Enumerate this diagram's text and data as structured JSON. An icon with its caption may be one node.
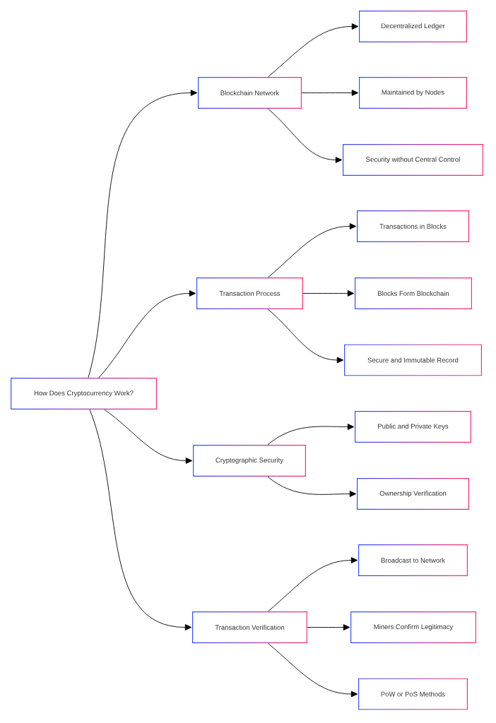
{
  "diagram": {
    "nodes": [
      {
        "text": [
          "How Does Cryptocurrency Work?"
        ]
      },
      {
        "text": [
          "Blockchain Network"
        ]
      },
      {
        "text": [
          "Decentralized Ledger"
        ]
      },
      {
        "text": [
          "Maintained by Nodes"
        ]
      },
      {
        "text": [
          "Security without Central Control"
        ]
      },
      {
        "text": [
          "Transaction Process"
        ]
      },
      {
        "text": [
          "Transactions in Blocks"
        ]
      },
      {
        "text": [
          "Blocks Form Blockchain"
        ]
      },
      {
        "text": [
          "Secure and Immutable Record"
        ]
      },
      {
        "text": [
          "Cryptographic Security"
        ]
      },
      {
        "text": [
          "Public and Private Keys"
        ]
      },
      {
        "text": [
          "Ownership Verification"
        ]
      },
      {
        "text": [
          "Transaction Verification"
        ]
      },
      {
        "text": [
          "Broadcast to Network"
        ]
      },
      {
        "text": [
          "Miners Confirm Legitimacy"
        ]
      },
      {
        "text": [
          "PoW or PoS Methods"
        ]
      }
    ],
    "edges": [
      {
        "from": 0,
        "to": 1,
        "arrow": "to"
      },
      {
        "from": 0,
        "to": 5,
        "arrow": "to"
      },
      {
        "from": 0,
        "to": 9,
        "arrow": "to"
      },
      {
        "from": 0,
        "to": 12,
        "arrow": "to"
      },
      {
        "from": 1,
        "to": 2,
        "arrow": "to"
      },
      {
        "from": 1,
        "to": 3,
        "arrow": "to"
      },
      {
        "from": 1,
        "to": 4,
        "arrow": "to"
      },
      {
        "from": 5,
        "to": 6,
        "arrow": "to"
      },
      {
        "from": 5,
        "to": 7,
        "arrow": "to"
      },
      {
        "from": 5,
        "to": 8,
        "arrow": "to"
      },
      {
        "from": 9,
        "to": 10,
        "arrow": "to"
      },
      {
        "from": 9,
        "to": 11,
        "arrow": "to"
      },
      {
        "from": 12,
        "to": 13,
        "arrow": "to"
      },
      {
        "from": 12,
        "to": 14,
        "arrow": "to"
      },
      {
        "from": 12,
        "to": 15,
        "arrow": "to"
      }
    ]
  }
}
